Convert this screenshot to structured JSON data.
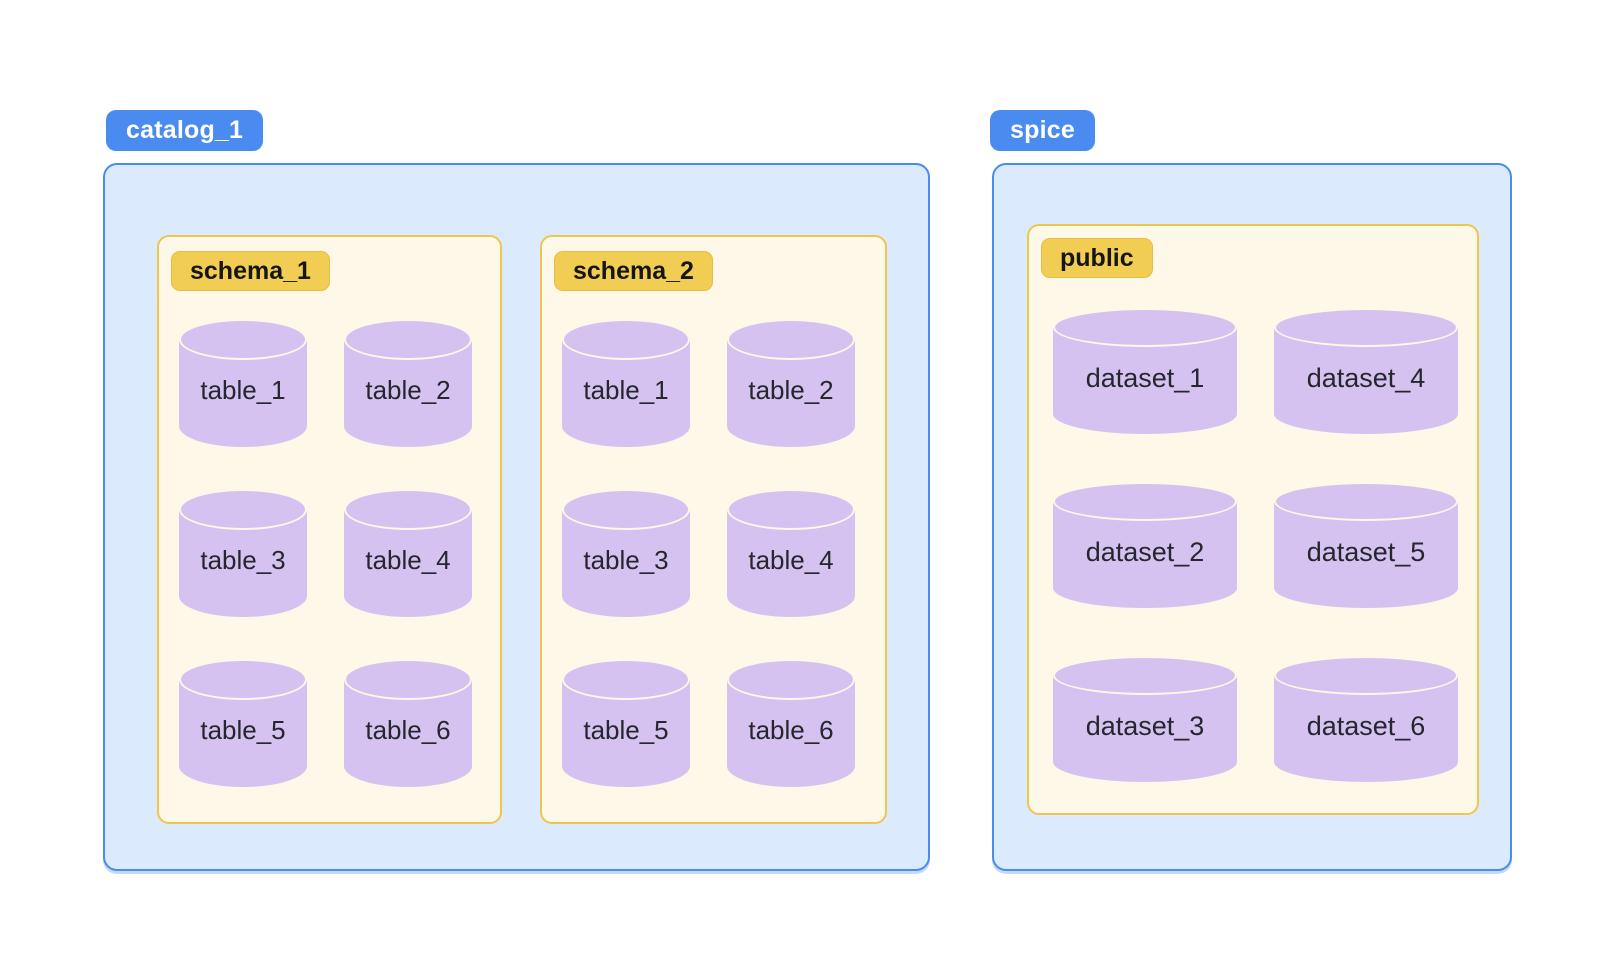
{
  "colors": {
    "brand_blue": "#4a8bf0",
    "container_blue": "#dbeafc",
    "gold": "#f2cd54",
    "gold_border": "#e7bc45",
    "cream": "#fdf8e7",
    "cream_border": "#eec64f",
    "lavender": "#d5c2f1",
    "text_dark": "#26262e",
    "tag_text_light": "#ffffff"
  },
  "groups": [
    {
      "tag": "catalog_1",
      "boxes": [
        {
          "tag": "schema_1",
          "items": [
            "table_1",
            "table_2",
            "table_3",
            "table_4",
            "table_5",
            "table_6"
          ]
        },
        {
          "tag": "schema_2",
          "items": [
            "table_1",
            "table_2",
            "table_3",
            "table_4",
            "table_5",
            "table_6"
          ]
        }
      ]
    },
    {
      "tag": "spice",
      "boxes": [
        {
          "tag": "public",
          "items": [
            "dataset_1",
            "dataset_4",
            "dataset_2",
            "dataset_5",
            "dataset_3",
            "dataset_6"
          ]
        }
      ]
    }
  ]
}
